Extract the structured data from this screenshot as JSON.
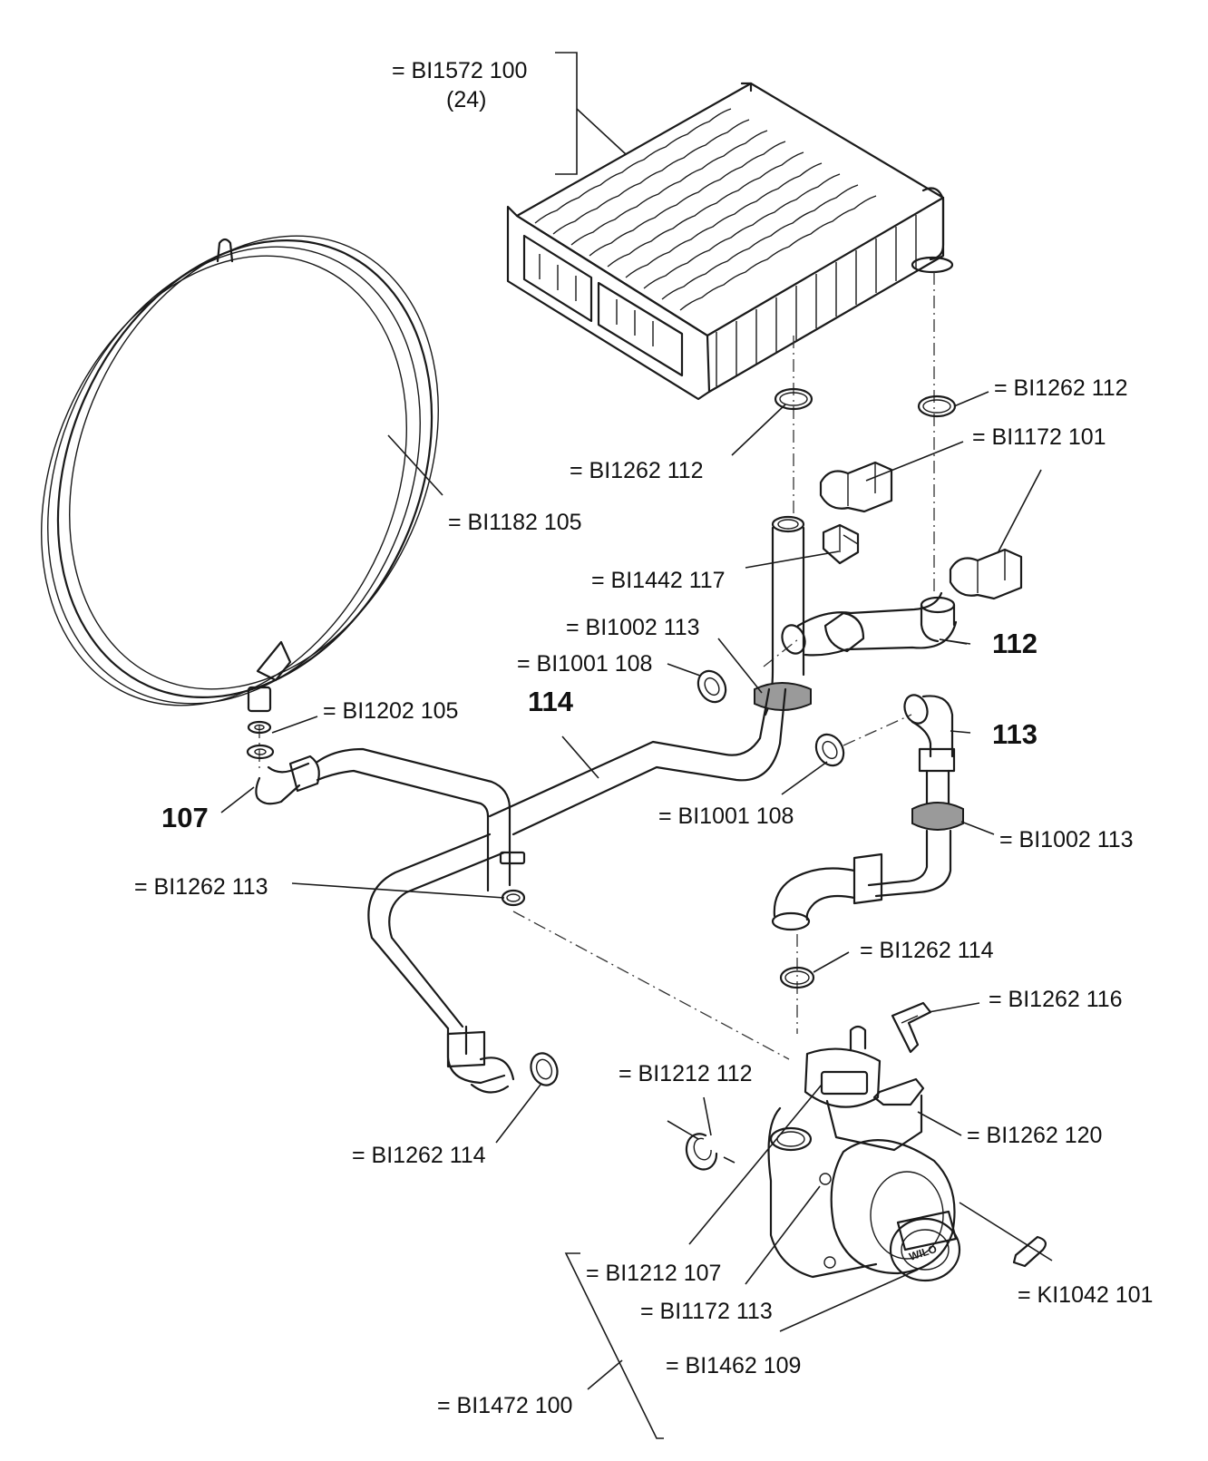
{
  "labels": {
    "heat_exchanger": "= BI1572 100",
    "heat_exchanger_variant": "(24)",
    "o_ring_right_top": "= BI1262 112",
    "o_ring_left_top": "= BI1262 112",
    "clip_right": "= BI1172 101",
    "expansion_vessel": "= BI1182 105",
    "clip_left": "= BI1442 117",
    "gasket_grey_upper": "= BI1002 113",
    "washer_upper": "= BI1001 108",
    "washer_vessel": "= BI1202 105",
    "washer_middle": "= BI1001 108",
    "gasket_grey_lower": "= BI1002 113",
    "o_ring_pipe_114": "= BI1262 113",
    "o_ring_pump_inlet": "= BI1262 114",
    "pump_clip": "= BI1262 116",
    "retaining_ring": "= BI1212 112",
    "pump_bracket": "= BI1262 120",
    "o_ring_lower_left": "= BI1262 114",
    "pump_screw": "= BI1212 107",
    "pump_body": "= BI1172 113",
    "pump_clip_small": "= KI1042 101",
    "pump_motor": "= BI1462 109",
    "pump_assembly": "= BI1472 100"
  },
  "numbers": {
    "pipe_112": "112",
    "pipe_113": "113",
    "pipe_114": "114",
    "pipe_107": "107"
  },
  "pump_brand": "WILO"
}
